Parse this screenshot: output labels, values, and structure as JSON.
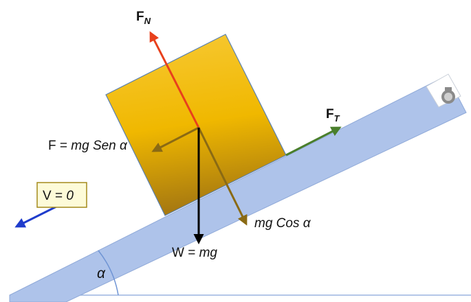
{
  "labels": {
    "normal_force_main": "F",
    "normal_force_sub": "N",
    "friction_main": "F",
    "friction_sub": "T",
    "parallel_prefix": "F = ",
    "parallel_italic": "mg Sen α",
    "perpendicular": "mg Cos α",
    "weight_prefix": "W = ",
    "weight_italic": "mg",
    "velocity_prefix": "V = ",
    "velocity_italic": "0",
    "angle": "α"
  },
  "colors": {
    "normal_force": "#e8401c",
    "friction": "#4a7f2c",
    "component_arrow": "#8a6a14",
    "weight": "#000000",
    "velocity": "#1f3ccc",
    "block_top": "#f7c936",
    "block_bottom": "#a87a10",
    "incline_light": "#e6eefb",
    "incline_edge": "#8fa9d8",
    "label_box_fill": "#fdfbd8",
    "label_box_stroke": "#a38a1a",
    "ground_line": "#9ab4e0"
  }
}
